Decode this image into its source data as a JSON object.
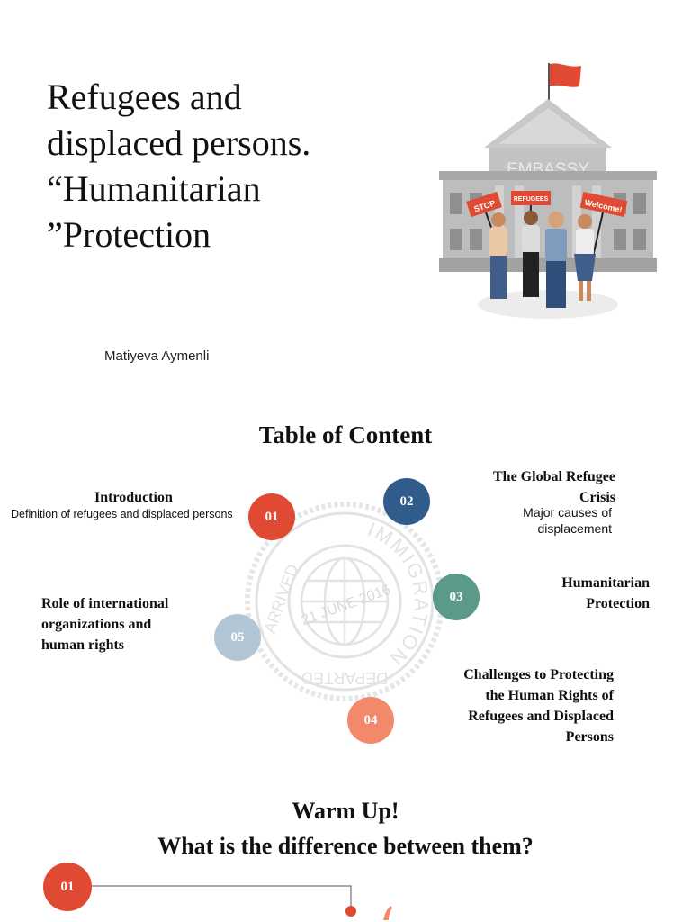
{
  "title_slide": {
    "title_lines": [
      "Refugees and",
      "displaced persons.",
      "“Humanitarian",
      "”Protection"
    ],
    "author": "Matiyeva Aymenli",
    "illustration": {
      "building_label": "EMBASSY",
      "signs": [
        "STOP",
        "REFUGEES",
        "Welcome!"
      ],
      "flag_color": "#e04a33",
      "building_color": "#bdbdbd"
    }
  },
  "toc": {
    "heading": "Table of Content",
    "stamp": {
      "top_text": "IMMIGRATION",
      "left_text": "ARRIVED",
      "bottom_text": "DEPARTED",
      "date": "21 JUNE 2016"
    },
    "items": [
      {
        "num": "01",
        "title": "Introduction",
        "subtitle": "Definition of refugees and displaced persons",
        "color": "#e04a33"
      },
      {
        "num": "02",
        "title_lines": [
          "The Global Refugee",
          "Crisis"
        ],
        "subtitle_lines": [
          "Major causes of",
          "displacement"
        ],
        "color": "#2f5c8a"
      },
      {
        "num": "03",
        "title_lines": [
          "Humanitarian",
          "Protection"
        ],
        "color": "#5b9a8b"
      },
      {
        "num": "04",
        "title_lines": [
          "Challenges to Protecting",
          "the Human Rights of",
          "Refugees and Displaced",
          "Persons"
        ],
        "color": "#f2896a"
      },
      {
        "num": "05",
        "title_lines": [
          "Role of international",
          "organizations and",
          "human rights"
        ],
        "color": "#b3c6d6"
      }
    ]
  },
  "warmup": {
    "line1": "Warm Up!",
    "line2": "What is the difference between them?",
    "first_num": "01",
    "accent": "#e04a33"
  }
}
